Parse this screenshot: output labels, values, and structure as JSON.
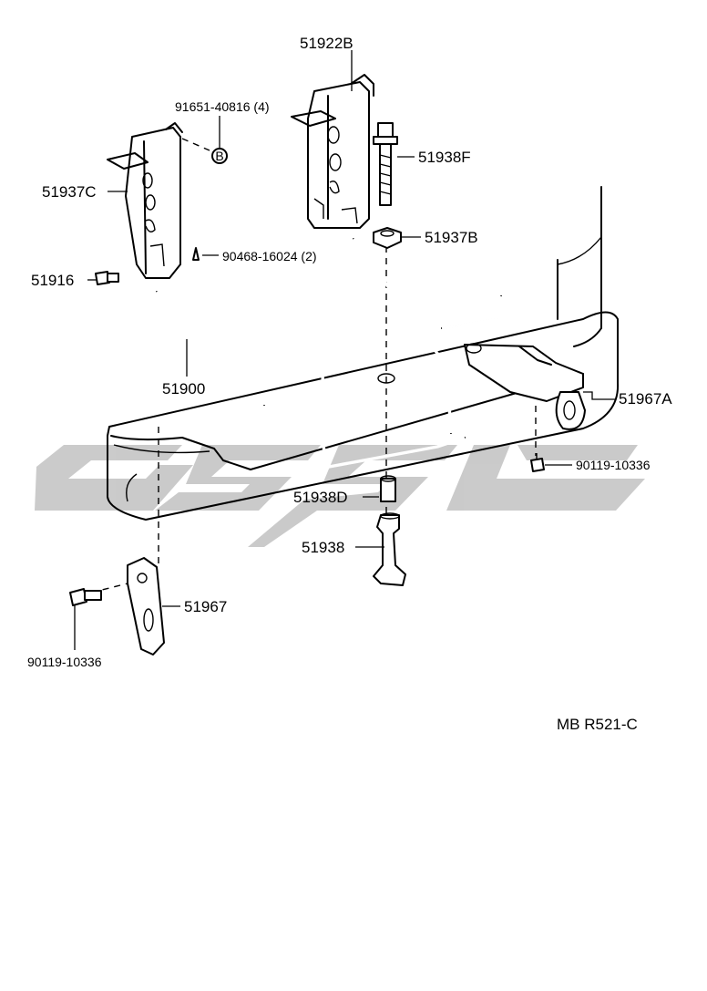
{
  "diagram": {
    "watermark_color": "#c8c8c8",
    "line_color": "#000000",
    "labels": {
      "p51922B": "51922B",
      "p91651": "91651-40816 (4)",
      "p51938F": "51938F",
      "p51937C": "51937C",
      "p51937B": "51937B",
      "p90468": "90468-16024 (2)",
      "p51916": "51916",
      "p51900": "51900",
      "p51967A": "51967A",
      "p90119_right": "90119-10336",
      "p51938D": "51938D",
      "p51938": "51938",
      "p51967": "51967",
      "p90119_left": "90119-10336",
      "ref_code": "MB R521-C",
      "marker_b": "B"
    }
  }
}
